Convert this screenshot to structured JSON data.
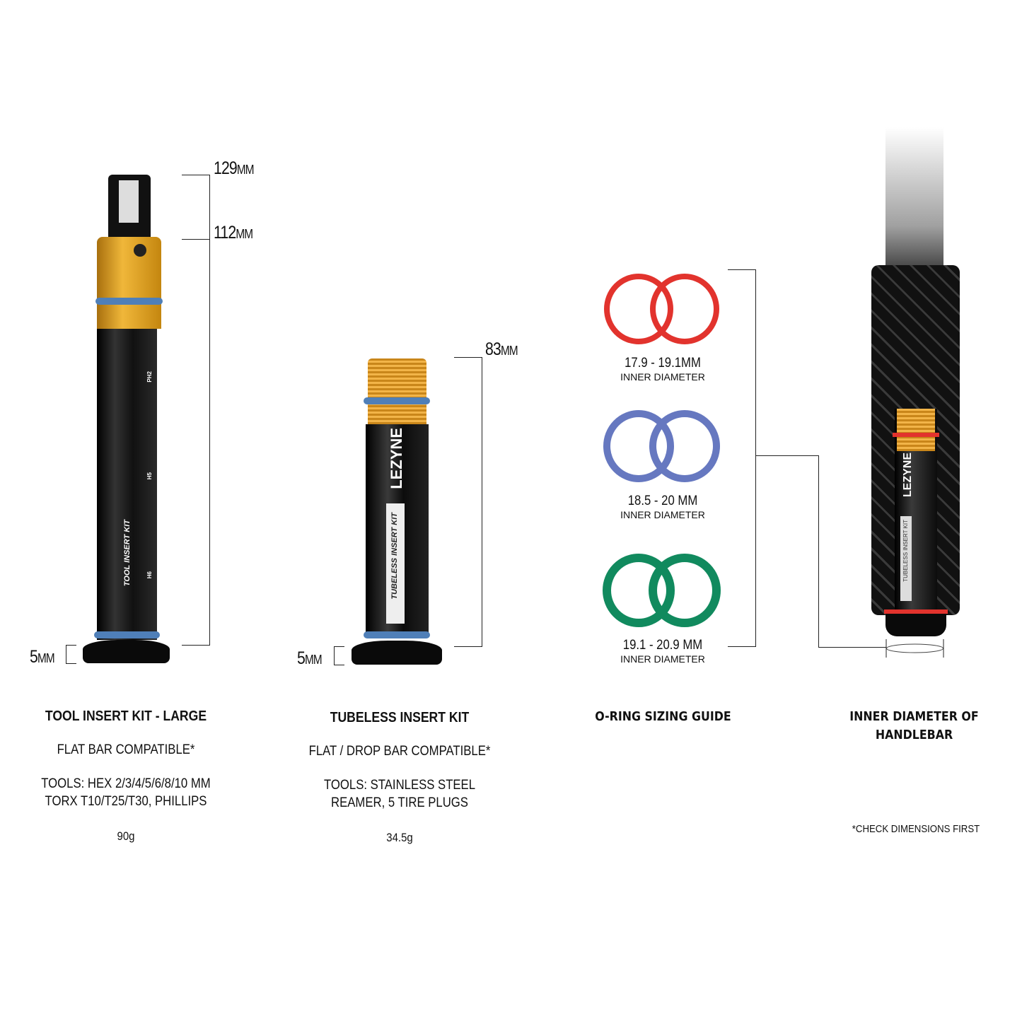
{
  "tool_insert_kit": {
    "dimensions": {
      "total": "129",
      "body": "112",
      "base": "5",
      "unit": "MM"
    },
    "product_label": "TOOL INSERT KIT",
    "bit_labels": [
      "PH2",
      "H5",
      "H6"
    ],
    "title": "TOOL INSERT KIT - LARGE",
    "compatibility": "FLAT BAR COMPATIBLE*",
    "tools_line1": "TOOLS: HEX 2/3/4/5/6/8/10 MM",
    "tools_line2": "TORX T10/T25/T30, PHILLIPS",
    "weight": "90g",
    "colors": {
      "gold": "#d99a1e",
      "oring": "#4f7fb8",
      "body": "#111111"
    }
  },
  "tubeless_insert_kit": {
    "dimensions": {
      "total": "83",
      "base": "5",
      "unit": "MM"
    },
    "brand_logo": "LEZYNE",
    "product_label": "TUBELESS INSERT KIT",
    "title": "TUBELESS INSERT KIT",
    "compatibility": "FLAT / DROP BAR COMPATIBLE*",
    "tools_line1": "TOOLS: STAINLESS STEEL",
    "tools_line2": "REAMER, 5 TIRE PLUGS",
    "weight": "34.5g"
  },
  "oring_guide": {
    "title": "O-RING SIZING GUIDE",
    "rings": [
      {
        "range": "17.9 - 19.1",
        "unit": "MM",
        "label": "INNER DIAMETER",
        "color": "#e2332d"
      },
      {
        "range": "18.5 - 20",
        "unit": "MM",
        "label": "INNER DIAMETER",
        "color": "#6678c0"
      },
      {
        "range": "19.1 - 20.9",
        "unit": "MM",
        "label": "INNER DIAMETER",
        "color": "#118a5e"
      }
    ]
  },
  "handlebar": {
    "title_line1": "INNER DIAMETER OF",
    "title_line2": "HANDLEBAR",
    "brand_logo": "LEZYNE",
    "product_label": "TUBELESS INSERT KIT",
    "footnote": "*CHECK DIMENSIONS FIRST"
  }
}
